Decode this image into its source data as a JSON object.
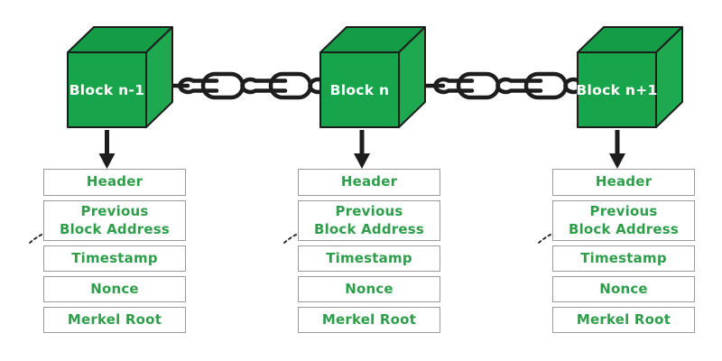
{
  "colors": {
    "cube-green": "#18a44b",
    "cube-green-top": "#149c46",
    "cube-green-side": "#1ea950",
    "ink": "#1d1d1d",
    "label-green": "#2f9e4b",
    "box-border": "#9a9a9a",
    "cube-label": "#ffffff"
  },
  "blocks": [
    {
      "label": "Block n-1",
      "fields": {
        "header": "Header",
        "previous": "Previous Block Address",
        "timestamp": "Timestamp",
        "nonce": "Nonce",
        "merkel": "Merkel Root"
      }
    },
    {
      "label": "Block n",
      "fields": {
        "header": "Header",
        "previous": "Previous Block Address",
        "timestamp": "Timestamp",
        "nonce": "Nonce",
        "merkel": "Merkel Root"
      }
    },
    {
      "label": "Block n+1",
      "fields": {
        "header": "Header",
        "previous": "Previous Block Address",
        "timestamp": "Timestamp",
        "nonce": "Nonce",
        "merkel": "Merkel Root"
      }
    }
  ]
}
